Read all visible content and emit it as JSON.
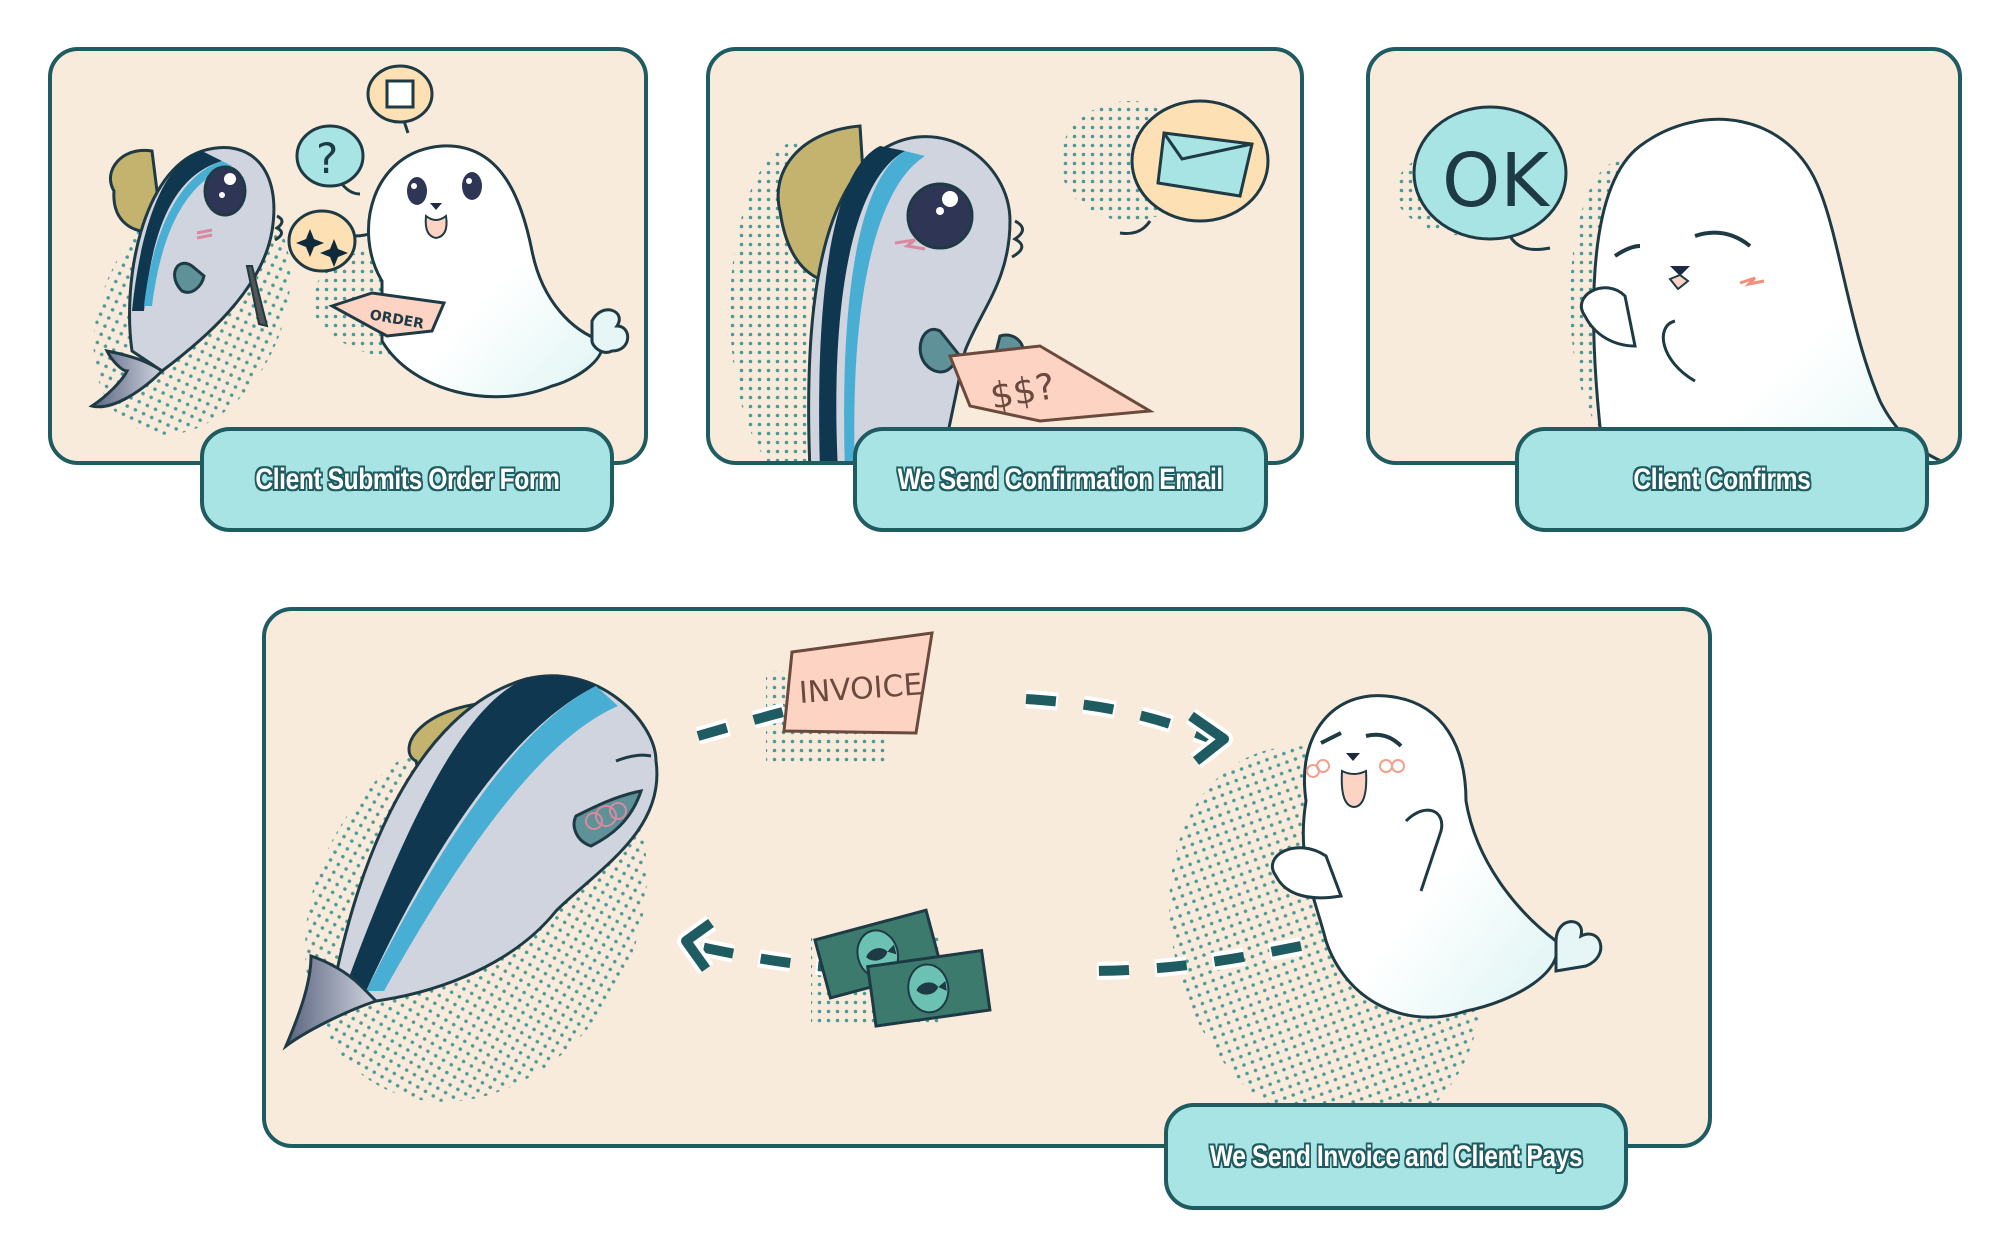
{
  "diagram": {
    "type": "process-flow-comic",
    "colors": {
      "panel_bg": "#f9ebdc",
      "border": "#1e5c62",
      "label_bg": "#a8e4e4",
      "label_text": "#ffffff",
      "fish_body": "#cfd4de",
      "fish_stripe_dark": "#0f374f",
      "fish_stripe_light": "#49aed3",
      "fish_fin_gold": "#c4b36e",
      "paper_pink": "#fdd3c4",
      "bubble_yellow": "#fde0b4",
      "bubble_teal": "#a8e4e4",
      "money_green": "#3d7a6e",
      "arrow": "#1e5c62"
    },
    "steps": [
      {
        "id": 1,
        "label": "Client Submits Order Form",
        "props": {
          "paper_text": "ORDER",
          "bubbles": [
            "?",
            "square",
            "sparkles"
          ]
        }
      },
      {
        "id": 2,
        "label": "We Send Confirmation Email",
        "props": {
          "paper_text": "$$?",
          "bubbles": [
            "envelope"
          ]
        }
      },
      {
        "id": 3,
        "label": "Client Confirms",
        "props": {
          "bubble_text": "OK"
        }
      },
      {
        "id": 4,
        "label": "We Send Invoice and Client Pays",
        "props": {
          "invoice_text": "INVOICE",
          "arrow_top": "fish-to-seal",
          "arrow_bottom": "seal-to-fish",
          "money_icon": "fish-bill"
        }
      }
    ]
  }
}
